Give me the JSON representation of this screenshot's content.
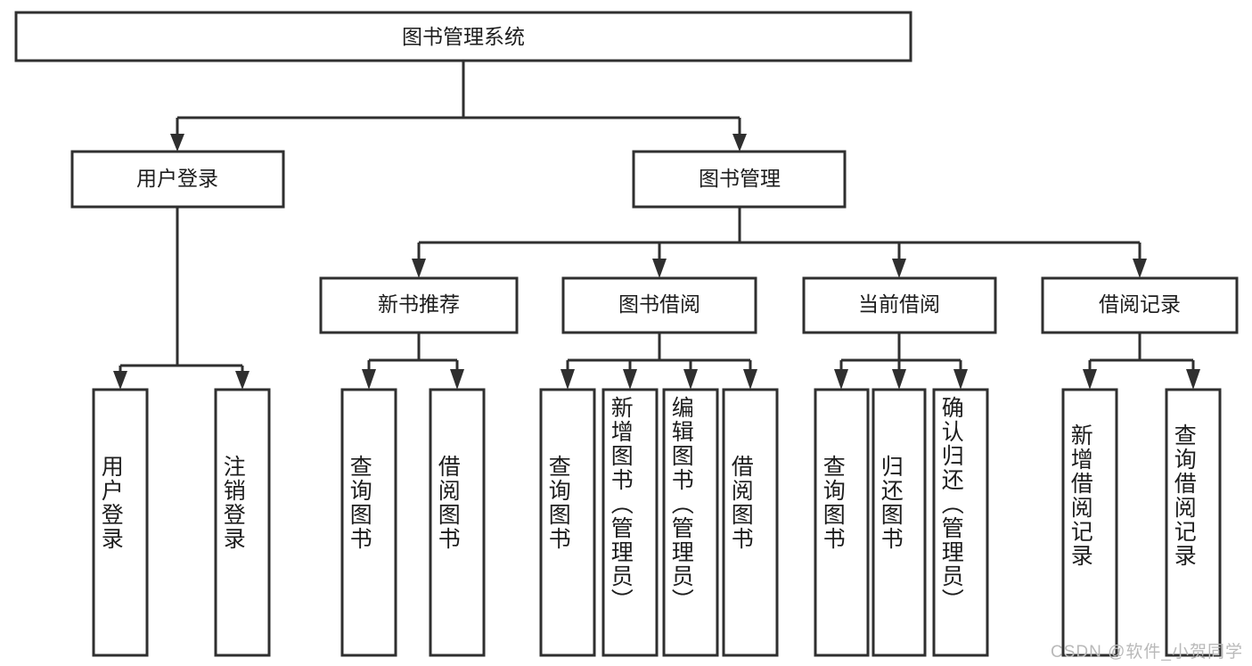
{
  "diagram": {
    "type": "tree",
    "title": "图书管理系统",
    "orientation": "top-down",
    "colors": {
      "box_stroke": "#2f2f2f",
      "box_fill": "#ffffff",
      "text": "#1d1d1d",
      "background": "#ffffff",
      "watermark": "#b9b9b9"
    },
    "root": {
      "label": "图书管理系统",
      "children": [
        {
          "label": "用户登录",
          "children": [
            {
              "label": "用户登录"
            },
            {
              "label": "注销登录"
            }
          ]
        },
        {
          "label": "图书管理",
          "children": [
            {
              "label": "新书推荐",
              "children": [
                {
                  "label": "查询图书"
                },
                {
                  "label": "借阅图书"
                }
              ]
            },
            {
              "label": "图书借阅",
              "children": [
                {
                  "label": "查询图书"
                },
                {
                  "label": "新增图书（管理员）"
                },
                {
                  "label": "编辑图书（管理员）"
                },
                {
                  "label": "借阅图书"
                }
              ]
            },
            {
              "label": "当前借阅",
              "children": [
                {
                  "label": "查询图书"
                },
                {
                  "label": "归还图书"
                },
                {
                  "label": "确认归还（管理员）"
                }
              ]
            },
            {
              "label": "借阅记录",
              "children": [
                {
                  "label": "新增借阅记录"
                },
                {
                  "label": "查询借阅记录"
                }
              ]
            }
          ]
        }
      ]
    },
    "nodes": {
      "root": "图书管理系统",
      "l1_0": "用户登录",
      "l1_1": "图书管理",
      "l2_0": "新书推荐",
      "l2_1": "图书借阅",
      "l2_2": "当前借阅",
      "l2_3": "借阅记录",
      "leaf_user_0": "用户登录",
      "leaf_user_1": "注销登录",
      "leaf_new_0": "查询图书",
      "leaf_new_1": "借阅图书",
      "leaf_borrow_0": "查询图书",
      "leaf_borrow_1": "新增图书（管理员）",
      "leaf_borrow_2": "编辑图书（管理员）",
      "leaf_borrow_3": "借阅图书",
      "leaf_cur_0": "查询图书",
      "leaf_cur_1": "归还图书",
      "leaf_cur_2": "确认归还（管理员）",
      "leaf_rec_0": "新增借阅记录",
      "leaf_rec_1": "查询借阅记录"
    }
  },
  "watermark": {
    "text": "CSDN @软件_小贺同学"
  }
}
